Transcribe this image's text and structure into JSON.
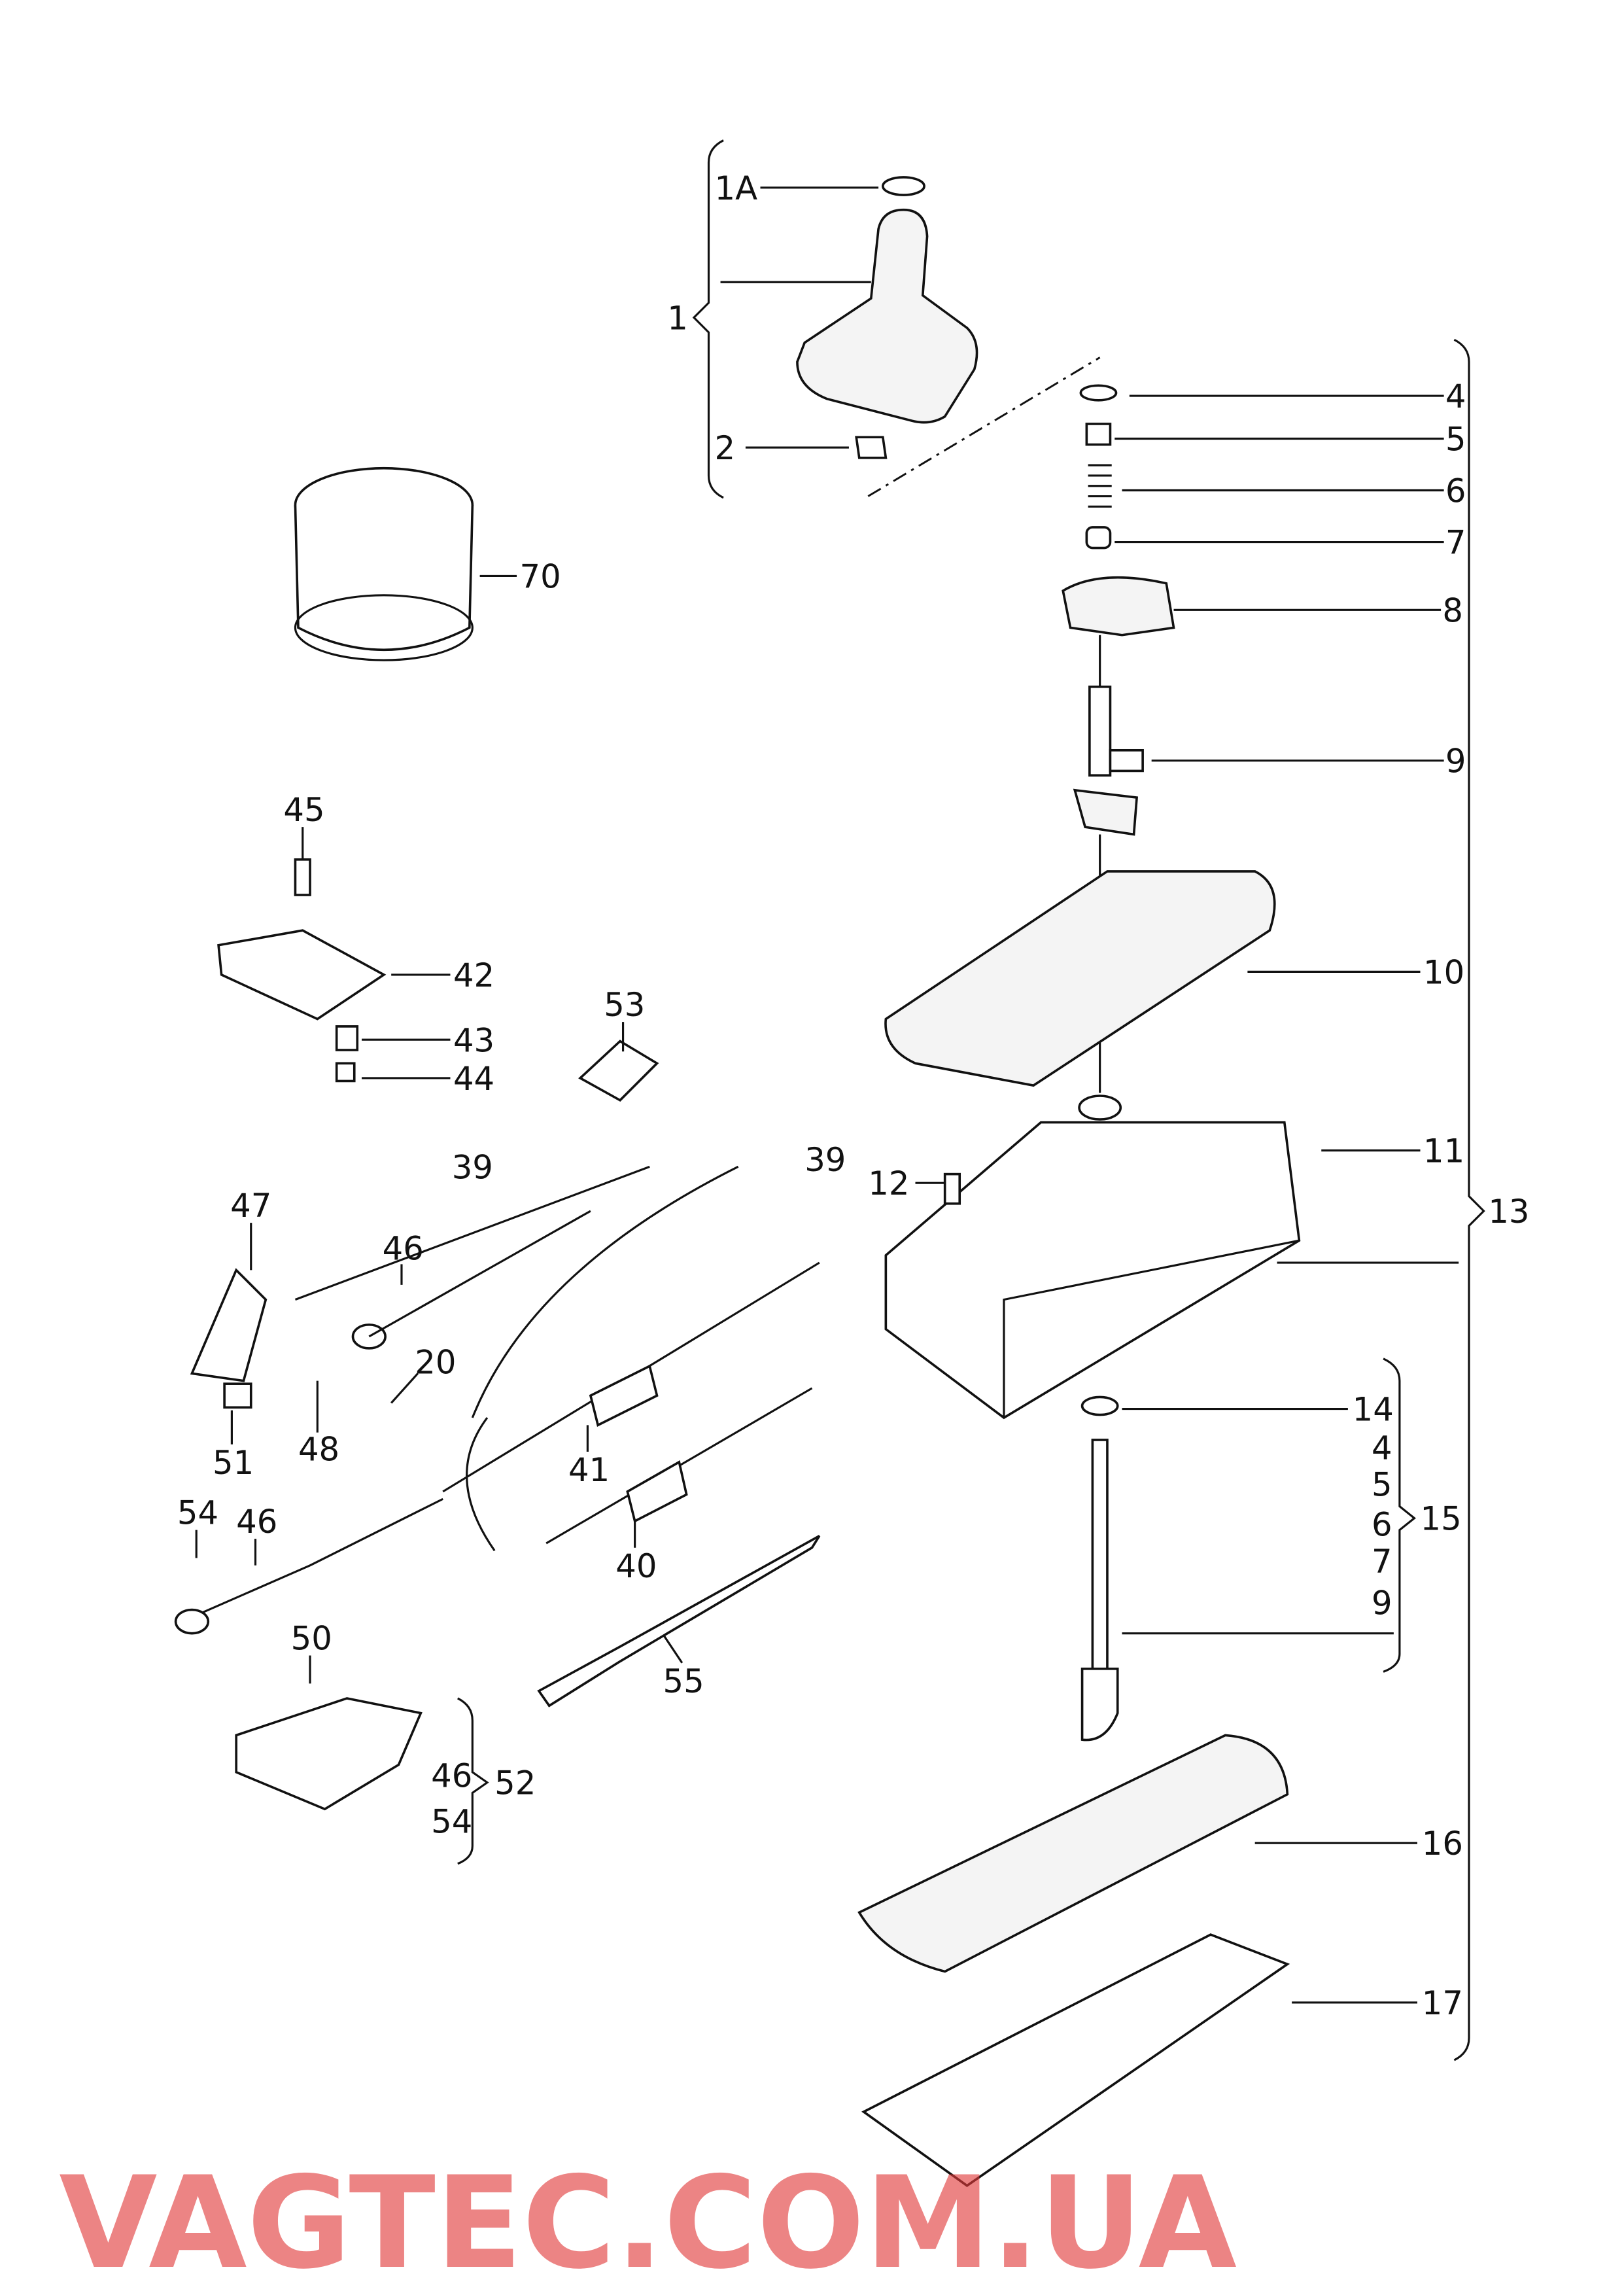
{
  "watermark": "VAGTEC.COM.UA",
  "callouts": {
    "c1A": "1A",
    "c1": "1",
    "c2": "2",
    "c4": "4",
    "c5": "5",
    "c6": "6",
    "c7": "7",
    "c8": "8",
    "c9": "9",
    "c10": "10",
    "c11": "11",
    "c12": "12",
    "c13": "13",
    "c14": "14",
    "c15_4": "4",
    "c15_5": "5",
    "c15_6": "6",
    "c15_7": "7",
    "c15_9": "9",
    "c15": "15",
    "c16": "16",
    "c17": "17",
    "c70": "70",
    "c45": "45",
    "c42": "42",
    "c43": "43",
    "c44": "44",
    "c53": "53",
    "c39a": "39",
    "c39b": "39",
    "c47": "47",
    "c46a": "46",
    "c20": "20",
    "c51": "51",
    "c48": "48",
    "c41": "41",
    "c40": "40",
    "c54a": "54",
    "c46b": "46",
    "c50": "50",
    "c55": "55",
    "c52_46": "46",
    "c52_54": "54",
    "c52": "52"
  }
}
